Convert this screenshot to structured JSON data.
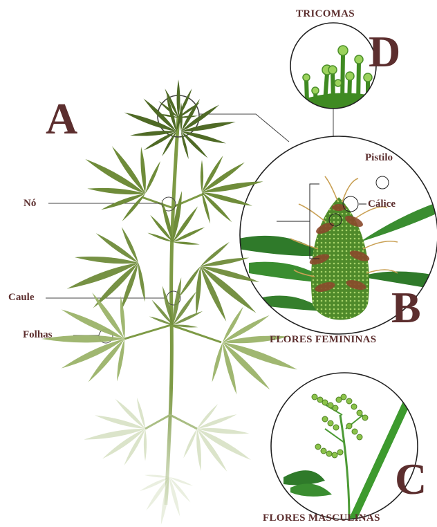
{
  "colors": {
    "label": "#5c2e2e",
    "leaf_dark": "#4f6a26",
    "leaf_mid": "#6f8c3a",
    "leaf_light": "#9bb46a",
    "flower_green": "#3f7a1f",
    "calyx_brown": "#8a4a2c",
    "line": "#444444"
  },
  "icons": [
    "cannabis-plant",
    "trichome-closeup",
    "female-flower-closeup",
    "male-flower-closeup"
  ],
  "letters": {
    "a": "A",
    "b": "B",
    "c": "C",
    "d": "D"
  },
  "captions": {
    "trichomes": "TRICOMAS",
    "female_flowers": "FLORES FEMININAS",
    "male_flowers": "FLORES MASCULINAS"
  },
  "parts": {
    "node": "Nó",
    "stem": "Caule",
    "leaves": "Folhas",
    "pistil": "Pistilo",
    "calyx": "Cálice"
  }
}
